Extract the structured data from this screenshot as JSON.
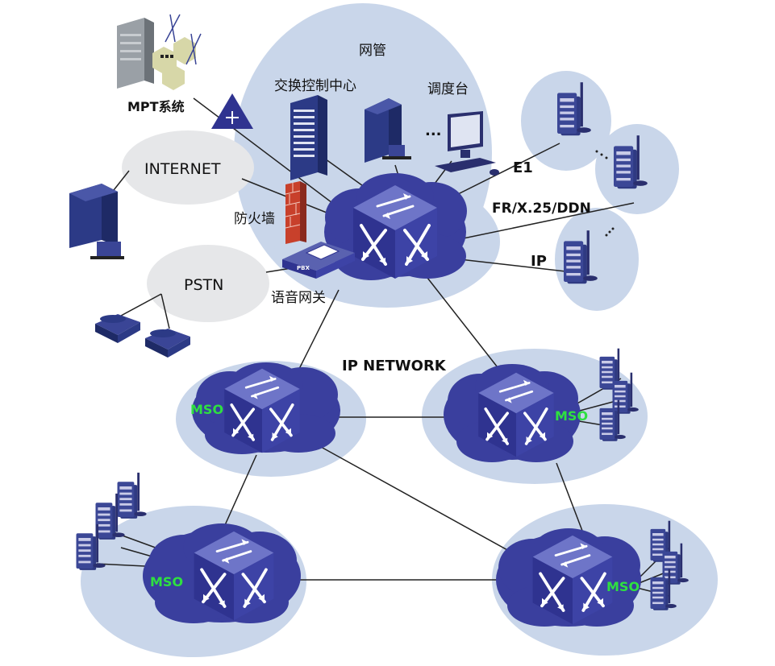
{
  "labels": {
    "nms": "网管",
    "switch_center": "交换控制中心",
    "dispatch": "调度台",
    "ellipsis": "...",
    "mpt": "MPT系统",
    "internet": "INTERNET",
    "firewall": "防火墙",
    "pstn": "PSTN",
    "voice_gw": "语音网关",
    "pbx": "PBX",
    "e1": "E1",
    "fr": "FR/X.25/DDN",
    "ip": "IP",
    "ip_network": "IP NETWORK",
    "mso": "MSO"
  },
  "colors": {
    "blob": "#c9d6ea",
    "cloud": "#b6c6e2",
    "gray_cloud": "#e6e7e9",
    "cube": "#3a3f9e",
    "cube_dark": "#24287a",
    "device": "#2c3a86",
    "mso_text": "#2ee040",
    "line": "#222222"
  }
}
